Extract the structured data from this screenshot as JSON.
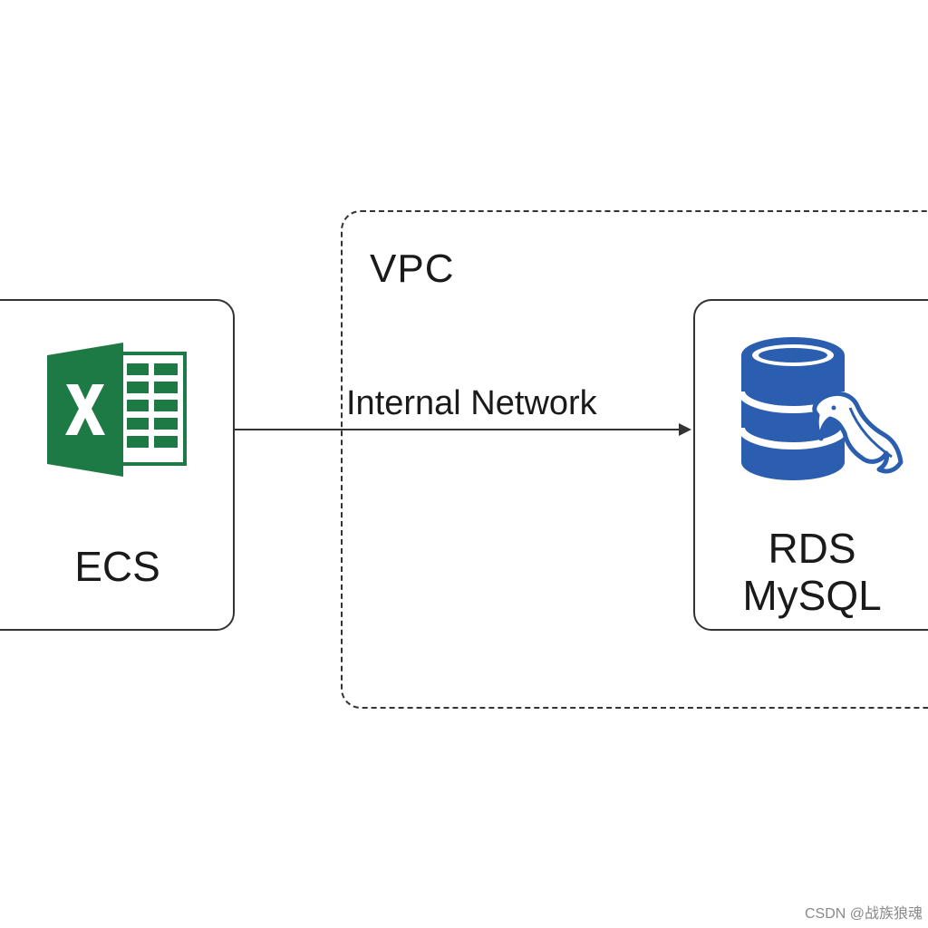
{
  "diagram": {
    "vpc": {
      "label": "VPC"
    },
    "nodes": {
      "ecs": {
        "label": "ECS",
        "icon": "excel-icon",
        "icon_color": "#1e7a44",
        "icon_letter": "X"
      },
      "rds": {
        "label_line1": "RDS",
        "label_line2": "MySQL",
        "icon": "mysql-database-icon",
        "icon_color": "#2b5eae"
      }
    },
    "edge": {
      "label": "Internal Network",
      "from": "ECS",
      "to": "RDS MySQL"
    }
  },
  "watermark": "CSDN @战族狼魂"
}
